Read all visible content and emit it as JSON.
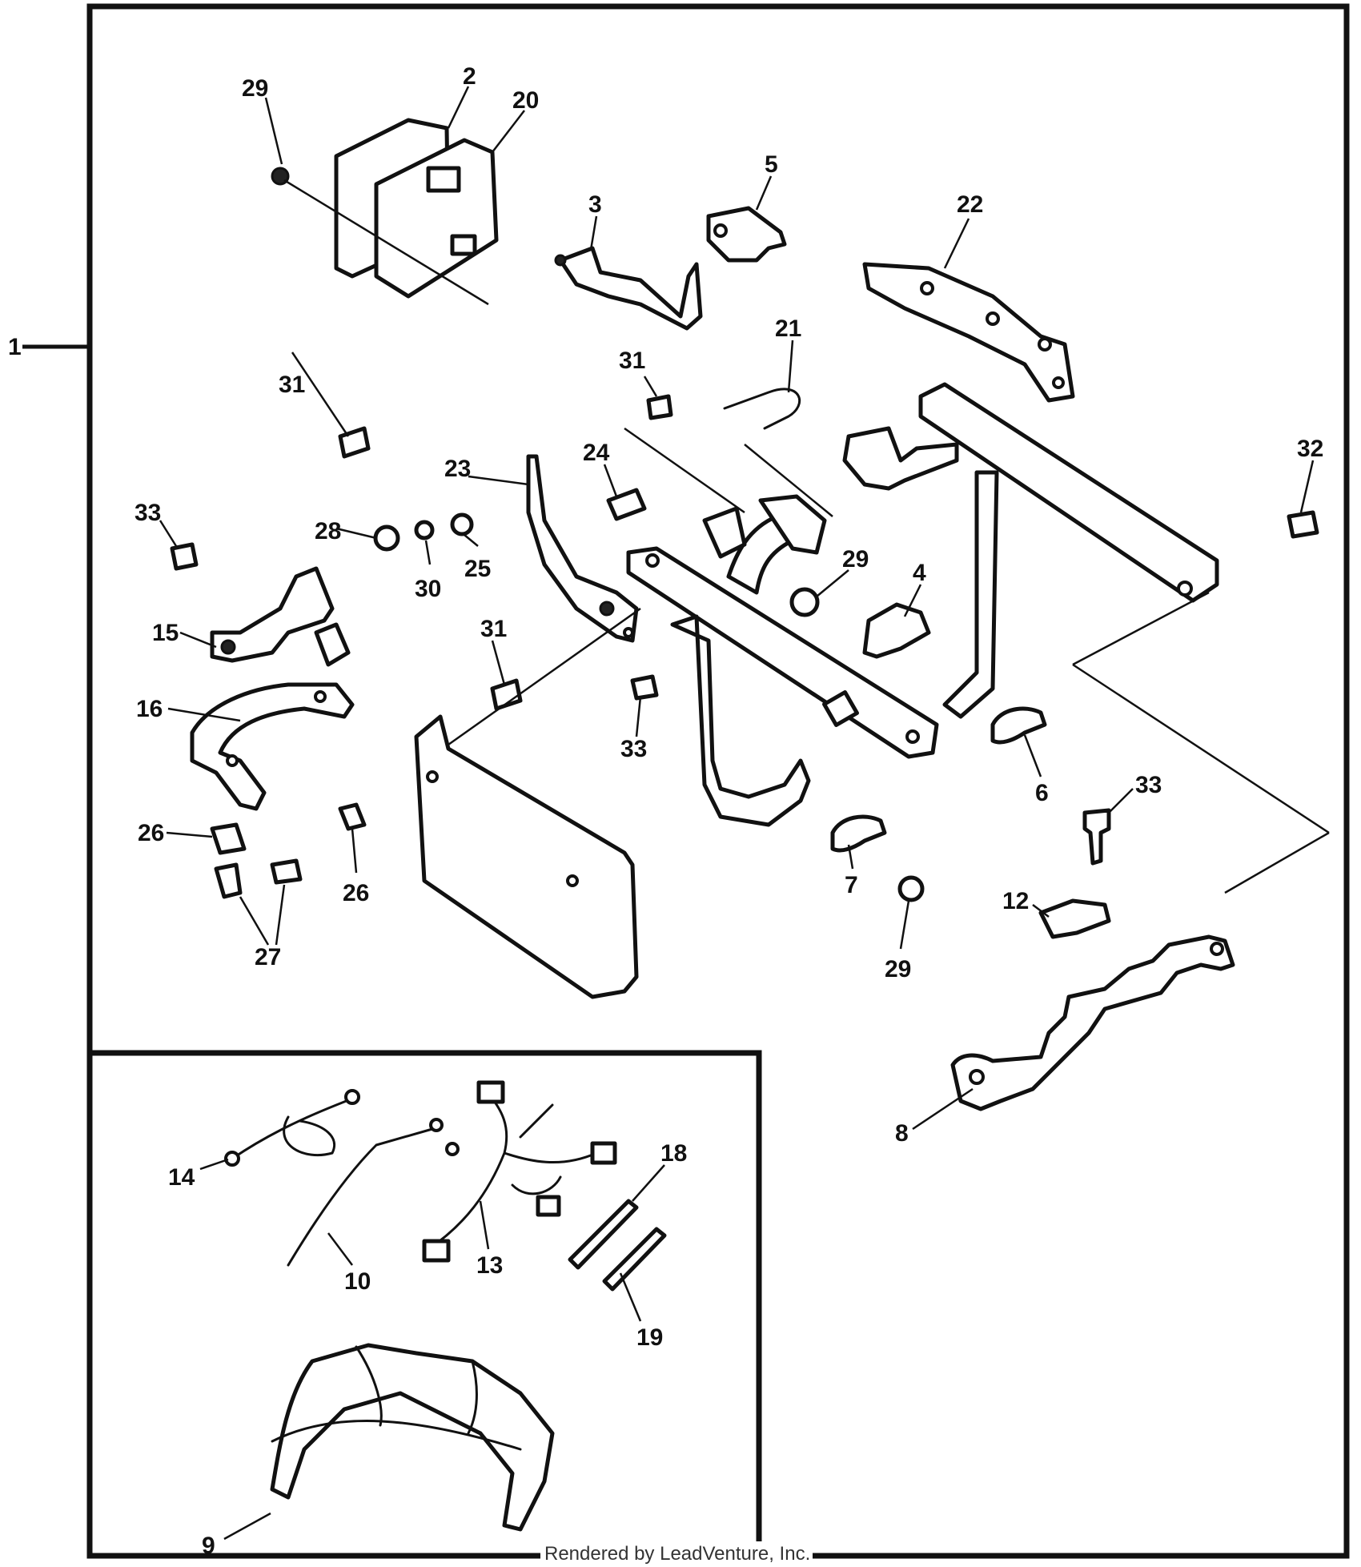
{
  "diagram": {
    "assembly_label": "1",
    "footer_text": "Rendered by LeadVenture, Inc.",
    "callouts": [
      {
        "id": "c1",
        "text": "29"
      },
      {
        "id": "c2",
        "text": "2"
      },
      {
        "id": "c3",
        "text": "20"
      },
      {
        "id": "c4",
        "text": "5"
      },
      {
        "id": "c5",
        "text": "3"
      },
      {
        "id": "c6",
        "text": "22"
      },
      {
        "id": "c7",
        "text": "21"
      },
      {
        "id": "c8",
        "text": "31"
      },
      {
        "id": "c9",
        "text": "31"
      },
      {
        "id": "c10",
        "text": "23"
      },
      {
        "id": "c11",
        "text": "24"
      },
      {
        "id": "c12",
        "text": "32"
      },
      {
        "id": "c13",
        "text": "33"
      },
      {
        "id": "c14",
        "text": "28"
      },
      {
        "id": "c15",
        "text": "30"
      },
      {
        "id": "c16",
        "text": "25"
      },
      {
        "id": "c17",
        "text": "29"
      },
      {
        "id": "c18",
        "text": "4"
      },
      {
        "id": "c19",
        "text": "15"
      },
      {
        "id": "c20",
        "text": "31"
      },
      {
        "id": "c21",
        "text": "16"
      },
      {
        "id": "c22",
        "text": "33"
      },
      {
        "id": "c23",
        "text": "6"
      },
      {
        "id": "c24",
        "text": "33"
      },
      {
        "id": "c25",
        "text": "26"
      },
      {
        "id": "c26",
        "text": "26"
      },
      {
        "id": "c27",
        "text": "7"
      },
      {
        "id": "c28",
        "text": "12"
      },
      {
        "id": "c29",
        "text": "27"
      },
      {
        "id": "c30",
        "text": "29"
      },
      {
        "id": "c31",
        "text": "8"
      },
      {
        "id": "c32",
        "text": "18"
      },
      {
        "id": "c33",
        "text": "14"
      },
      {
        "id": "c34",
        "text": "10"
      },
      {
        "id": "c35",
        "text": "13"
      },
      {
        "id": "c36",
        "text": "19"
      },
      {
        "id": "c37",
        "text": "9"
      }
    ]
  }
}
